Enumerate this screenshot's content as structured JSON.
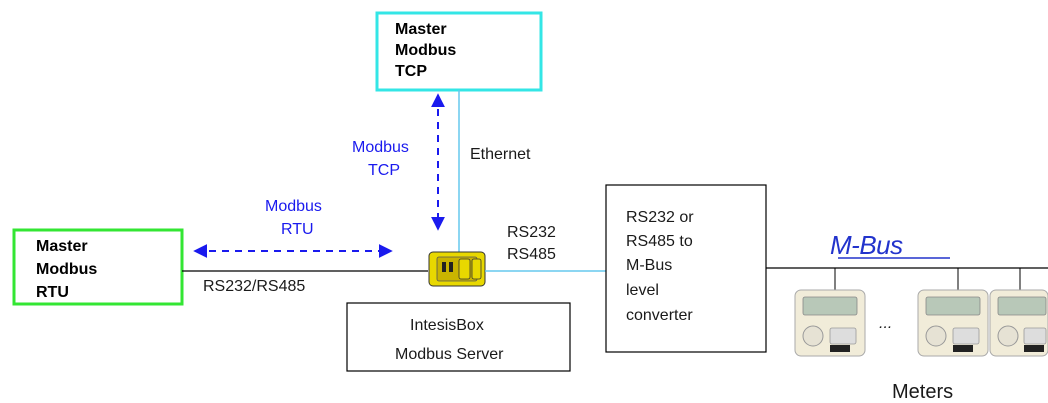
{
  "nodes": {
    "master_tcp": {
      "lines": [
        "Master",
        "Modbus",
        "TCP"
      ],
      "color": "#33e6e6"
    },
    "master_rtu": {
      "lines": [
        "Master",
        "Modbus",
        "RTU"
      ],
      "color": "#33e633"
    },
    "intesis": {
      "lines": [
        "IntesisBox",
        "Modbus Server"
      ]
    },
    "converter": {
      "lines": [
        "RS232 or",
        "RS485 to",
        "M-Bus",
        "level",
        "converter"
      ]
    }
  },
  "links": {
    "modbus_tcp": {
      "lines": [
        "Modbus",
        "TCP"
      ],
      "color": "#1a1aee"
    },
    "ethernet": "Ethernet",
    "modbus_rtu": {
      "lines": [
        "Modbus",
        "RTU"
      ],
      "color": "#1a1aee"
    },
    "rs232_rs485": "RS232/RS485",
    "rs232_rs485_conv": [
      "RS232",
      "RS485"
    ]
  },
  "mbus_logo": "M-Bus",
  "meters": {
    "ellipsis": "...",
    "caption": "Meters",
    "count": 3
  },
  "colors": {
    "ethernet_line": "#66c8ee",
    "text_dark": "#1a1a1a",
    "device_yellow": "#e8d800",
    "mbus_blue": "#2233cc"
  }
}
